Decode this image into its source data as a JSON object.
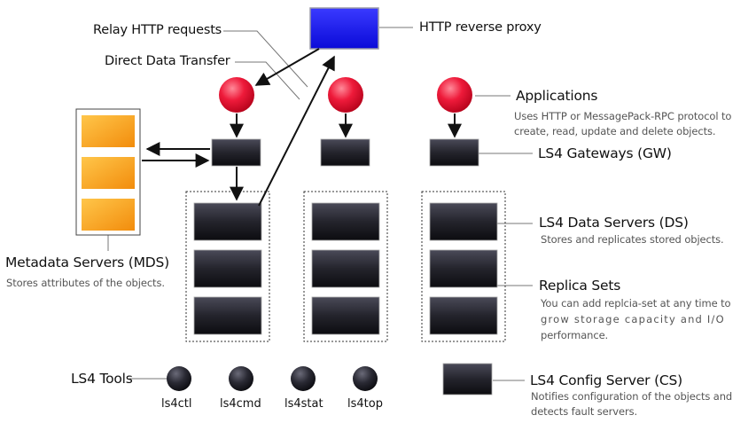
{
  "labels": {
    "relay": "Relay HTTP requests",
    "direct": "Direct Data Transfer",
    "proxy": "HTTP reverse proxy",
    "applications": "Applications",
    "applications_desc_1": "Uses HTTP or MessagePack-RPC protocol to",
    "applications_desc_2": "create, read, update and delete  objects.",
    "gateways": "LS4 Gateways (GW)",
    "data_servers": "LS4 Data Servers (DS)",
    "data_servers_desc": "Stores and replicates stored objects.",
    "replica_sets": "Replica Sets",
    "replica_desc_1": "You can add replcia-set at any time to",
    "replica_desc_2": "grow storage capacity and  I/O",
    "replica_desc_3": "performance.",
    "mds": "Metadata Servers (MDS)",
    "mds_desc": "Stores attributes of the objects.",
    "tools": "LS4 Tools",
    "config_server": "LS4 Config Server (CS)",
    "config_desc_1": "Notifies configuration of the objects and",
    "config_desc_2": "detects fault servers."
  },
  "tools": [
    "ls4ctl",
    "ls4cmd",
    "ls4stat",
    "ls4top"
  ],
  "colors": {
    "proxy": "#1414f0",
    "application": "#e8102e",
    "server": "#1e1e26",
    "metadata": "#f7a21c",
    "line": "#111111",
    "leader": "#777777"
  }
}
